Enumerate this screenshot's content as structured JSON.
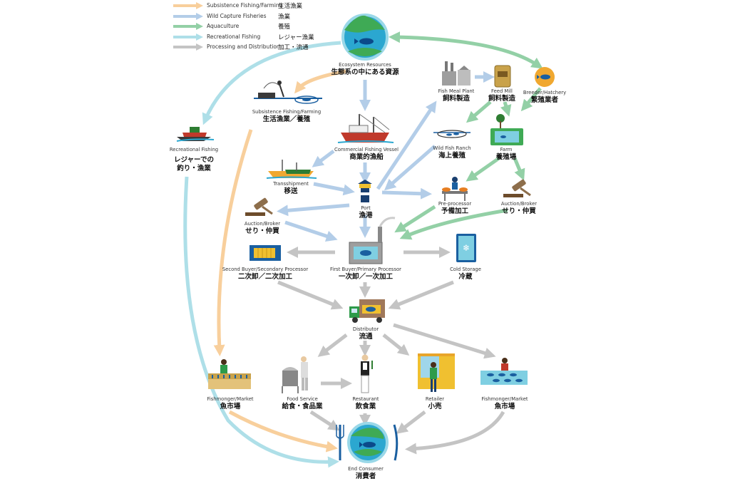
{
  "legend": [
    {
      "en": "Subsistence Fishing/Farming",
      "ja": "生活漁業",
      "color": "#f8cf9c"
    },
    {
      "en": "Wild Capture Fisheries",
      "ja": "漁業",
      "color": "#b3cde8"
    },
    {
      "en": "Aquaculture",
      "ja": "養殖",
      "color": "#93d0a6"
    },
    {
      "en": "Recreational Fishing",
      "ja": "レジャー漁業",
      "color": "#aedfe8"
    },
    {
      "en": "Processing and Distribution",
      "ja": "加工・流通",
      "color": "#c4c4c4"
    }
  ],
  "nodes": {
    "ecosystem": {
      "en": "Ecosystem Resources",
      "ja": "生態系の中にある資源"
    },
    "subsistence": {
      "en": "Subsistence Fishing/Farming",
      "ja": "生活漁業／養殖"
    },
    "recreational": {
      "en": "Recreational Fishing",
      "ja1": "レジャーでの",
      "ja2": "釣り・漁業"
    },
    "commercial": {
      "en": "Commercial Fishing Vessel",
      "ja": "商業的漁船"
    },
    "transshipment": {
      "en": "Transshipment",
      "ja": "移送"
    },
    "port": {
      "en": "Port",
      "ja": "漁港"
    },
    "auction_left": {
      "en": "Auction/Broker",
      "ja": "せり・仲買"
    },
    "fish_meal": {
      "en": "Fish Meal Plant",
      "ja": "飼料製造"
    },
    "feed_mill": {
      "en": "Feed Mill",
      "ja": "飼料製造"
    },
    "breeder": {
      "en": "Breeder/Hatchery",
      "ja": "繁殖業者"
    },
    "wild_ranch": {
      "en": "Wild Fish Ranch",
      "ja": "海上養殖"
    },
    "farm": {
      "en": "Farm",
      "ja": "養殖場"
    },
    "preprocessor": {
      "en": "Pre-processor",
      "ja": "予備加工"
    },
    "auction_right": {
      "en": "Auction/Broker",
      "ja": "せり・仲買"
    },
    "second_buyer": {
      "en": "Second Buyer/Secondary Processor",
      "ja": "二次卸／二次加工"
    },
    "first_buyer": {
      "en": "First Buyer/Primary Processor",
      "ja": "一次卸／一次加工"
    },
    "cold_storage": {
      "en": "Cold Storage",
      "ja": "冷蔵"
    },
    "distributor": {
      "en": "Distributor",
      "ja": "流通"
    },
    "fishmonger_left": {
      "en": "Fishmonger/Market",
      "ja": "魚市場"
    },
    "food_service": {
      "en": "Food Service",
      "ja": "給食・食品業"
    },
    "restaurant": {
      "en": "Restaurant",
      "ja": "飲食業"
    },
    "retailer": {
      "en": "Retailer",
      "ja": "小売"
    },
    "fishmonger_right": {
      "en": "Fishmonger/Market",
      "ja": "魚市場"
    },
    "end_consumer": {
      "en": "End Consumer",
      "ja": "消費者"
    }
  },
  "colors": {
    "orange": "#f8cf9c",
    "blue": "#b3cde8",
    "green": "#93d0a6",
    "cyan": "#aedfe8",
    "gray": "#c4c4c4",
    "ocean": "#2ba7d0",
    "land": "#3faa55"
  }
}
